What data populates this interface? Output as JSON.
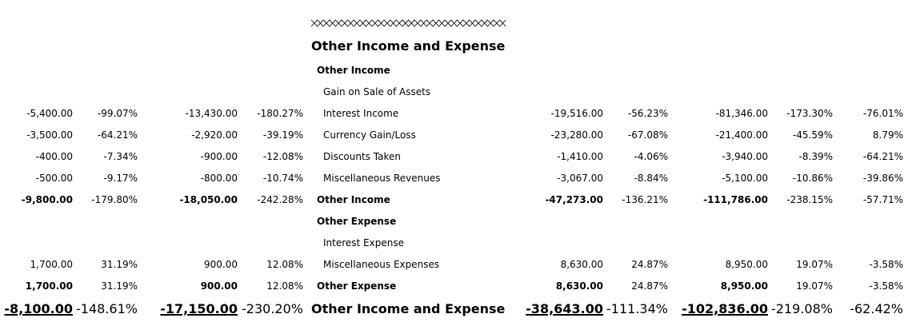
{
  "report": {
    "decoration_text": "xxxxxxxxxxxxxxxxxxxxxxxxxxxxxxxx",
    "section_title": "Other Income and Expense",
    "rows": [
      {
        "label": "Other Income",
        "kind": "header",
        "values": [
          "",
          "",
          "",
          "",
          "",
          "",
          "",
          "",
          ""
        ]
      },
      {
        "label": "Gain on Sale of Assets",
        "kind": "detail",
        "values": [
          "",
          "",
          "",
          "",
          "",
          "",
          "",
          "",
          ""
        ]
      },
      {
        "label": "Interest Income",
        "kind": "detail",
        "values": [
          "-5,400.00",
          "-99.07%",
          "-13,430.00",
          "-180.27%",
          "-19,516.00",
          "-56.23%",
          "-81,346.00",
          "-173.30%",
          "-76.01%"
        ]
      },
      {
        "label": "Currency Gain/Loss",
        "kind": "detail",
        "values": [
          "-3,500.00",
          "-64.21%",
          "-2,920.00",
          "-39.19%",
          "-23,280.00",
          "-67.08%",
          "-21,400.00",
          "-45.59%",
          "8.79%"
        ]
      },
      {
        "label": "Discounts Taken",
        "kind": "detail",
        "values": [
          "-400.00",
          "-7.34%",
          "-900.00",
          "-12.08%",
          "-1,410.00",
          "-4.06%",
          "-3,940.00",
          "-8.39%",
          "-64.21%"
        ]
      },
      {
        "label": "Miscellaneous Revenues",
        "kind": "detail",
        "values": [
          "-500.00",
          "-9.17%",
          "-800.00",
          "-10.74%",
          "-3,067.00",
          "-8.84%",
          "-5,100.00",
          "-10.86%",
          "-39.86%"
        ]
      },
      {
        "label": "Other Income",
        "kind": "subtotal",
        "values": [
          "-9,800.00",
          "-179.80%",
          "-18,050.00",
          "-242.28%",
          "-47,273.00",
          "-136.21%",
          "-111,786.00",
          "-238.15%",
          "-57.71%"
        ]
      },
      {
        "label": "Other Expense",
        "kind": "header",
        "values": [
          "",
          "",
          "",
          "",
          "",
          "",
          "",
          "",
          ""
        ]
      },
      {
        "label": "Interest Expense",
        "kind": "detail",
        "values": [
          "",
          "",
          "",
          "",
          "",
          "",
          "",
          "",
          ""
        ]
      },
      {
        "label": "Miscellaneous Expenses",
        "kind": "detail",
        "values": [
          "1,700.00",
          "31.19%",
          "900.00",
          "12.08%",
          "8,630.00",
          "24.87%",
          "8,950.00",
          "19.07%",
          "-3.58%"
        ]
      },
      {
        "label": "Other Expense",
        "kind": "subtotal",
        "values": [
          "1,700.00",
          "31.19%",
          "900.00",
          "12.08%",
          "8,630.00",
          "24.87%",
          "8,950.00",
          "19.07%",
          "-3.58%"
        ]
      },
      {
        "label": "Other Income and Expense",
        "kind": "grand",
        "values": [
          "-8,100.00",
          "-148.61%",
          "-17,150.00",
          "-230.20%",
          "-38,643.00",
          "-111.34%",
          "-102,836.00",
          "-219.08%",
          "-62.42%"
        ]
      }
    ]
  }
}
